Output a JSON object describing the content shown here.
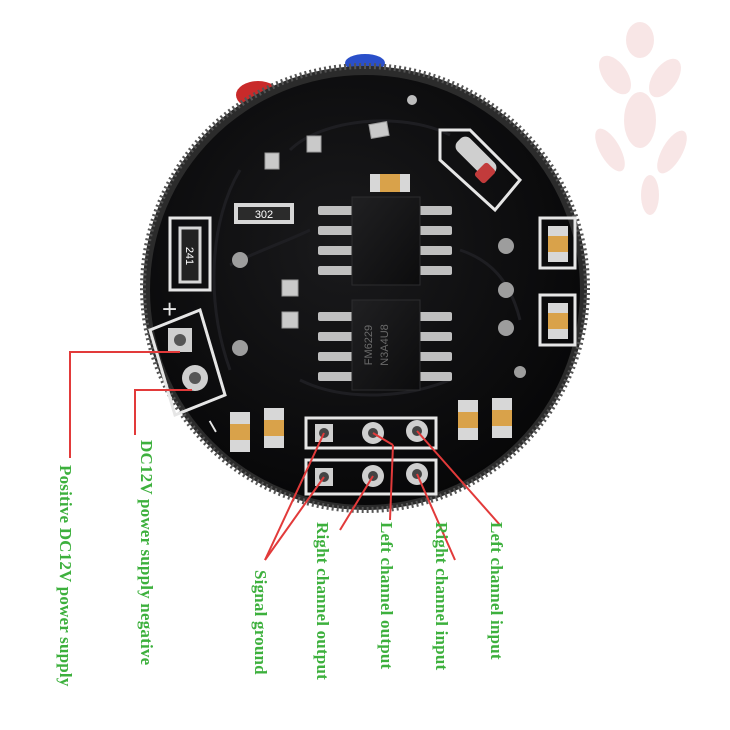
{
  "image": {
    "subject": "amplifier-pcb-module",
    "colors": {
      "background": "#ffffff",
      "board": "#0b0b0c",
      "silkscreen": "#e6e6e6",
      "leader_line": "#e23a3a",
      "label_text": "#3db03d"
    }
  },
  "board_markings": {
    "resistor_302": "302",
    "resistor_241": "241",
    "plus_sign": "+",
    "minus_sign": "−",
    "chip_upper_text": "",
    "chip_lower_text_1": "FM6229",
    "chip_lower_text_2": "N3A4U8"
  },
  "labels": {
    "positive_supply": "Positive DC12V power supply",
    "negative_supply": "DC12V power supply negative",
    "signal_ground": "Signal ground",
    "right_output": "Right channel output",
    "left_output": "Left channel output",
    "right_input": "Right channel input",
    "left_input": "Left channel input"
  }
}
